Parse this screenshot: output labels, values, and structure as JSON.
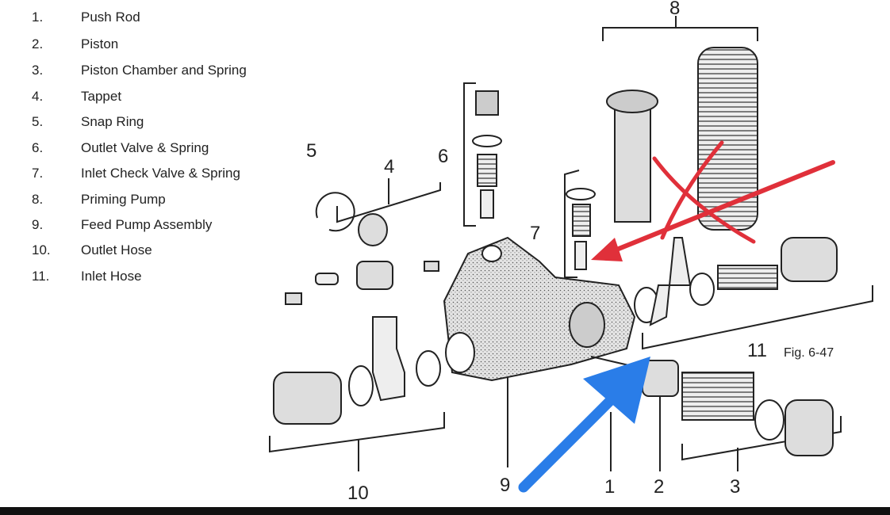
{
  "legend": [
    {
      "num": "1.",
      "label": "Push Rod"
    },
    {
      "num": "2.",
      "label": "Piston"
    },
    {
      "num": "3.",
      "label": "Piston Chamber and Spring"
    },
    {
      "num": "4.",
      "label": "Tappet"
    },
    {
      "num": "5.",
      "label": "Snap Ring"
    },
    {
      "num": "6.",
      "label": "Outlet Valve & Spring"
    },
    {
      "num": "7.",
      "label": "Inlet Check Valve & Spring"
    },
    {
      "num": "8.",
      "label": "Priming Pump"
    },
    {
      "num": "9.",
      "label": "Feed Pump Assembly"
    },
    {
      "num": "10.",
      "label": "Outlet Hose"
    },
    {
      "num": "11.",
      "label": "Inlet Hose"
    }
  ],
  "callouts": {
    "c1": "1",
    "c2": "2",
    "c3": "3",
    "c4": "4",
    "c5": "5",
    "c6": "6",
    "c7": "7",
    "c8": "8",
    "c9": "9",
    "c10": "10",
    "c11": "11"
  },
  "figure_label": "Fig. 6-47",
  "colors": {
    "red_annotation": "#e0303a",
    "blue_arrow": "#2a7de8",
    "ink": "#222222",
    "part_fill": "#d9d9d9"
  }
}
